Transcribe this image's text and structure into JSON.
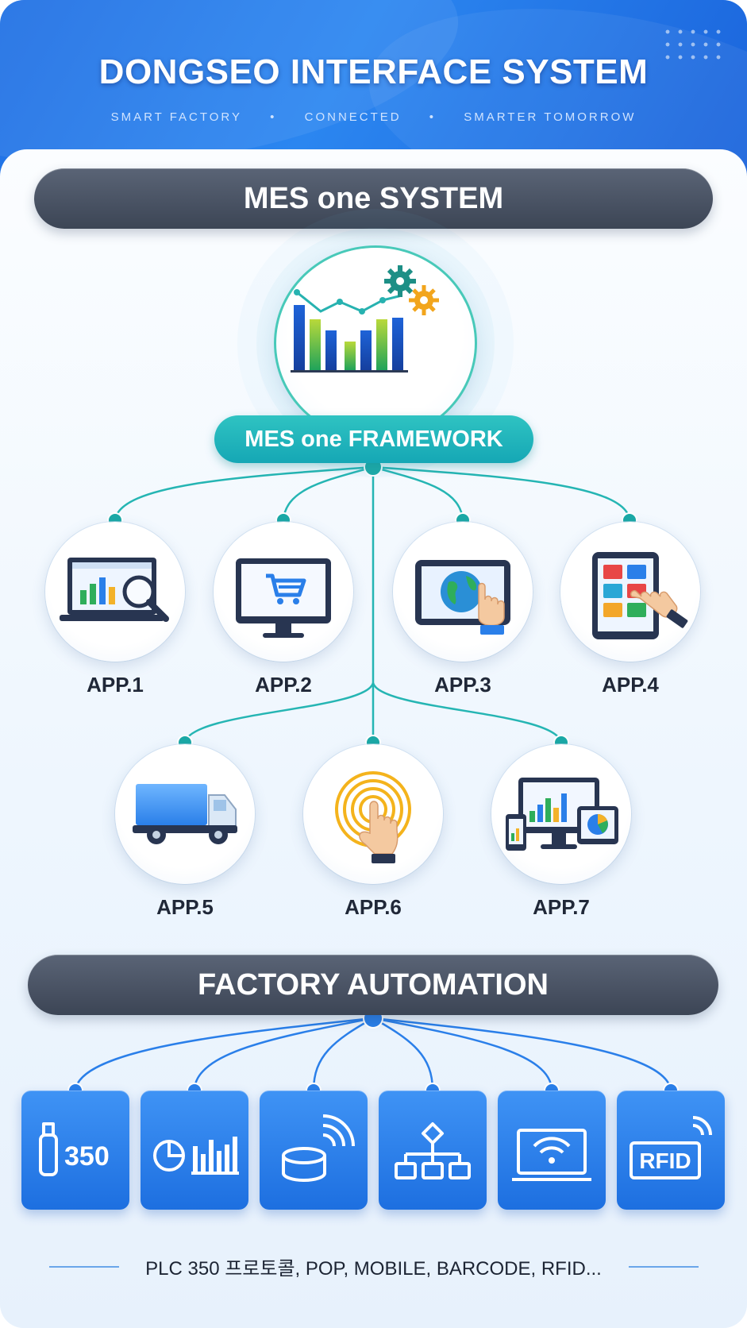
{
  "header": {
    "title": "DONGSEO INTERFACE SYSTEM",
    "taglines": [
      "SMART FACTORY",
      "CONNECTED",
      "SMARTER TOMORROW"
    ],
    "separator": "•"
  },
  "mes_section": {
    "title": "MES one SYSTEM",
    "hub_icon": "bar-chart-gears-icon",
    "framework_label": "MES one FRAMEWORK"
  },
  "apps": [
    {
      "label": "APP.1",
      "icon": "laptop-analytics-magnifier-icon"
    },
    {
      "label": "APP.2",
      "icon": "monitor-shopping-cart-icon"
    },
    {
      "label": "APP.3",
      "icon": "tablet-globe-touch-icon"
    },
    {
      "label": "APP.4",
      "icon": "tablet-app-tiles-touch-icon"
    },
    {
      "label": "APP.5",
      "icon": "delivery-truck-icon"
    },
    {
      "label": "APP.6",
      "icon": "fingerprint-touch-icon"
    },
    {
      "label": "APP.7",
      "icon": "multi-device-dashboard-icon"
    }
  ],
  "factory_section": {
    "title": "FACTORY AUTOMATION",
    "tiles": [
      {
        "icon": "usb-plc-icon",
        "text": "350"
      },
      {
        "icon": "pie-bar-chart-icon",
        "text": ""
      },
      {
        "icon": "database-wireless-icon",
        "text": ""
      },
      {
        "icon": "network-hierarchy-icon",
        "text": ""
      },
      {
        "icon": "laptop-wifi-icon",
        "text": ""
      },
      {
        "icon": "rfid-tag-icon",
        "text": "RFID"
      }
    ],
    "footer": "PLC 350 프로토콜, POP, MOBILE, BARCODE, RFID..."
  },
  "colors": {
    "header_blue": "#1f6fe4",
    "bar_gray": "#454e5e",
    "teal": "#1fb3b8",
    "tile_blue": "#2a7fe9",
    "connector_blue": "#2a7fe9"
  }
}
